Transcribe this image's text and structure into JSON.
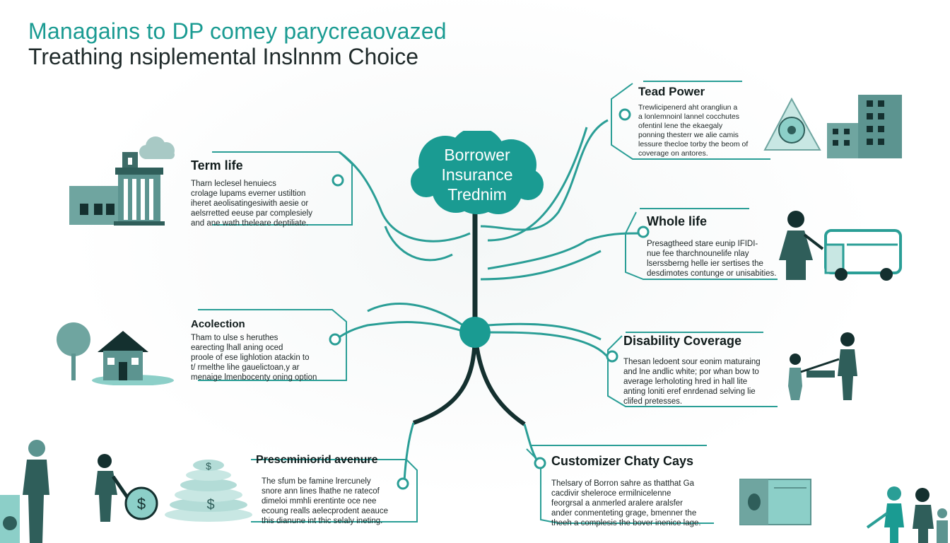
{
  "title_line1": "Managains to DP comey parycreaovazed",
  "title_line2": "Treathing nsiplemental Inslnnm Choice",
  "hub": {
    "label_lines": [
      "Borrower",
      "Insurance",
      "Trednim"
    ]
  },
  "nodes": {
    "term_life": {
      "title": "Term life",
      "lines": [
        "Tharn leclesel henuiecs",
        "crolage lupams everner ustiltion",
        "iheret aeolisatingesiwith aesie or",
        "aelsrretted eeuse par complesiely",
        "and ane wath theleare deptiliate."
      ]
    },
    "acolection": {
      "title": "Acolection",
      "lines": [
        "Tham to ulse s heruthes",
        "earecting lhall aning oced",
        "proole of ese lighlotion atackin to",
        "t/ rmelthe lihe gauelictoan,y ar",
        "menaige lmenbocenty oning option"
      ]
    },
    "prescminiorid": {
      "title": "Prescminiorid avenure",
      "lines": [
        "The sfum be famine lrercunely",
        "snore ann lines lhathe ne ratecof",
        "dimeloi mmhli erentinte oce nee",
        "ecoung realls aelecprodent aeauce",
        "this dianune int thic selaly ineting."
      ]
    },
    "tead_power": {
      "title": "Tead Power",
      "lines": [
        "Trewlicipenerd aht orangliun a",
        "a lonlemnoinl lannel cocchutes",
        "ofentinl lene the ekaegaly",
        "ponning thesterr we alie camis",
        "lessure thecloe torby the beom of",
        "coverage on antores."
      ]
    },
    "whole_life": {
      "title": "Whole life",
      "lines": [
        "Presagtheed stare eunip IFIDI-",
        "nue fee tharchnounelife nlay",
        "lserssberng helle ier sertises the",
        "desdimotes contunge or unisabities."
      ]
    },
    "disability": {
      "title": "Disability Coverage",
      "lines": [
        "Thesan ledoent sour eonim maturaing",
        "and lne andlic white; por whan bow to",
        "average lerholoting hred in hall lite",
        "anting loniti eref enrdenad selving lie",
        "clifed pretesses."
      ]
    },
    "customizer": {
      "title": "Customizer Chaty Cays",
      "lines": [
        "Thelsary of Borron sahre as thatthat Ga",
        "cacdivir sheleroce ermilnicelenne",
        "feorgrsal a anmerled aralere aralsfer",
        "ander conmenteting grage, bmenner the",
        "theeh a complesis the bover inenice lage."
      ]
    }
  },
  "icons": {
    "bank": "bank-building-icon",
    "cloud": "cloud-icon",
    "house": "house-icon",
    "tree": "tree-icon",
    "coins": "coin-stack-icon",
    "dollar": "dollar-coin-icon",
    "person_coin": "person-with-coin-icon",
    "triangle": "network-triangle-icon",
    "buildings": "office-buildings-icon",
    "person": "person-icon",
    "truck": "delivery-truck-icon",
    "family": "adult-child-icon",
    "box": "folder-box-icon",
    "people_left": "person-standing-icon",
    "people_right": "family-group-icon"
  },
  "colors": {
    "teal": "#1a9b92",
    "teal_light": "#8ccfc8",
    "teal_pale": "#c8e7e3",
    "dark": "#14302f",
    "line": "#2a9e96"
  }
}
